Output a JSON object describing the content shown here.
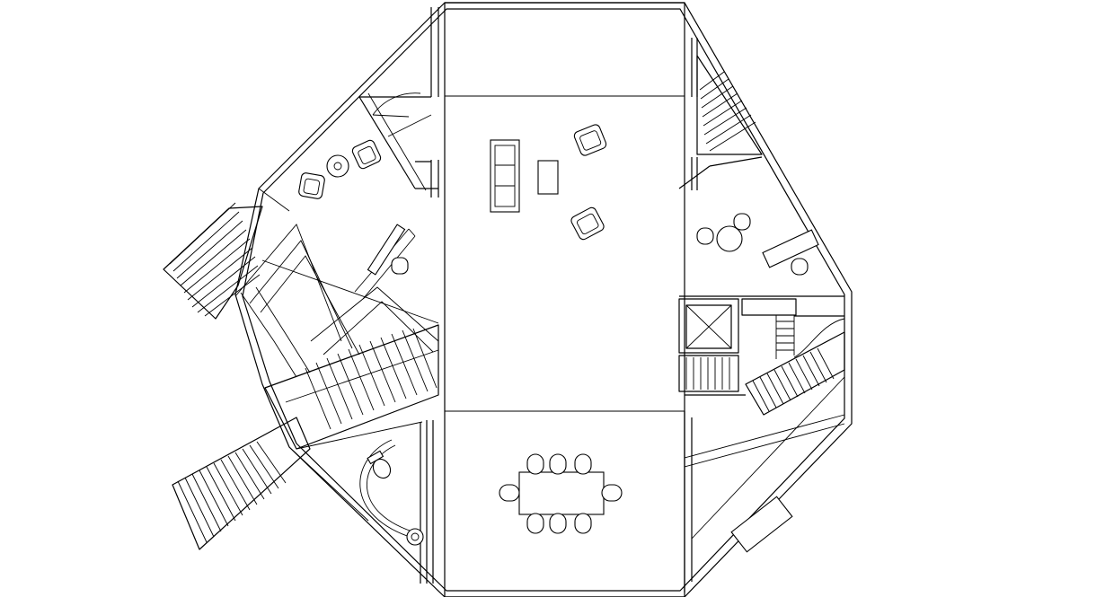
{
  "drawing": {
    "type": "architectural floor plan",
    "line_color": "#000000",
    "background_color": "#ffffff",
    "labels": []
  },
  "rooms": {
    "central_hall": {
      "furniture": [
        "sofa",
        "coffee-table",
        "armchair",
        "armchair"
      ]
    },
    "dining_area": {
      "furniture": [
        "dining-table",
        "chair",
        "chair",
        "chair",
        "chair",
        "chair",
        "chair",
        "chair",
        "chair"
      ]
    },
    "northwest_lounge": {
      "furniture": [
        "armchair",
        "armchair",
        "round-side-table"
      ]
    },
    "west_stair_hall": {
      "furniture": [
        "desk",
        "chair"
      ]
    },
    "east_study": {
      "furniture": [
        "round-table",
        "chair",
        "chair",
        "desk",
        "chair"
      ]
    },
    "southwest_bath": {
      "furniture": [
        "curved-partition",
        "toilet",
        "washbasin"
      ]
    },
    "east_core": {
      "furniture": [
        "elevator-shaft",
        "stair"
      ]
    }
  }
}
